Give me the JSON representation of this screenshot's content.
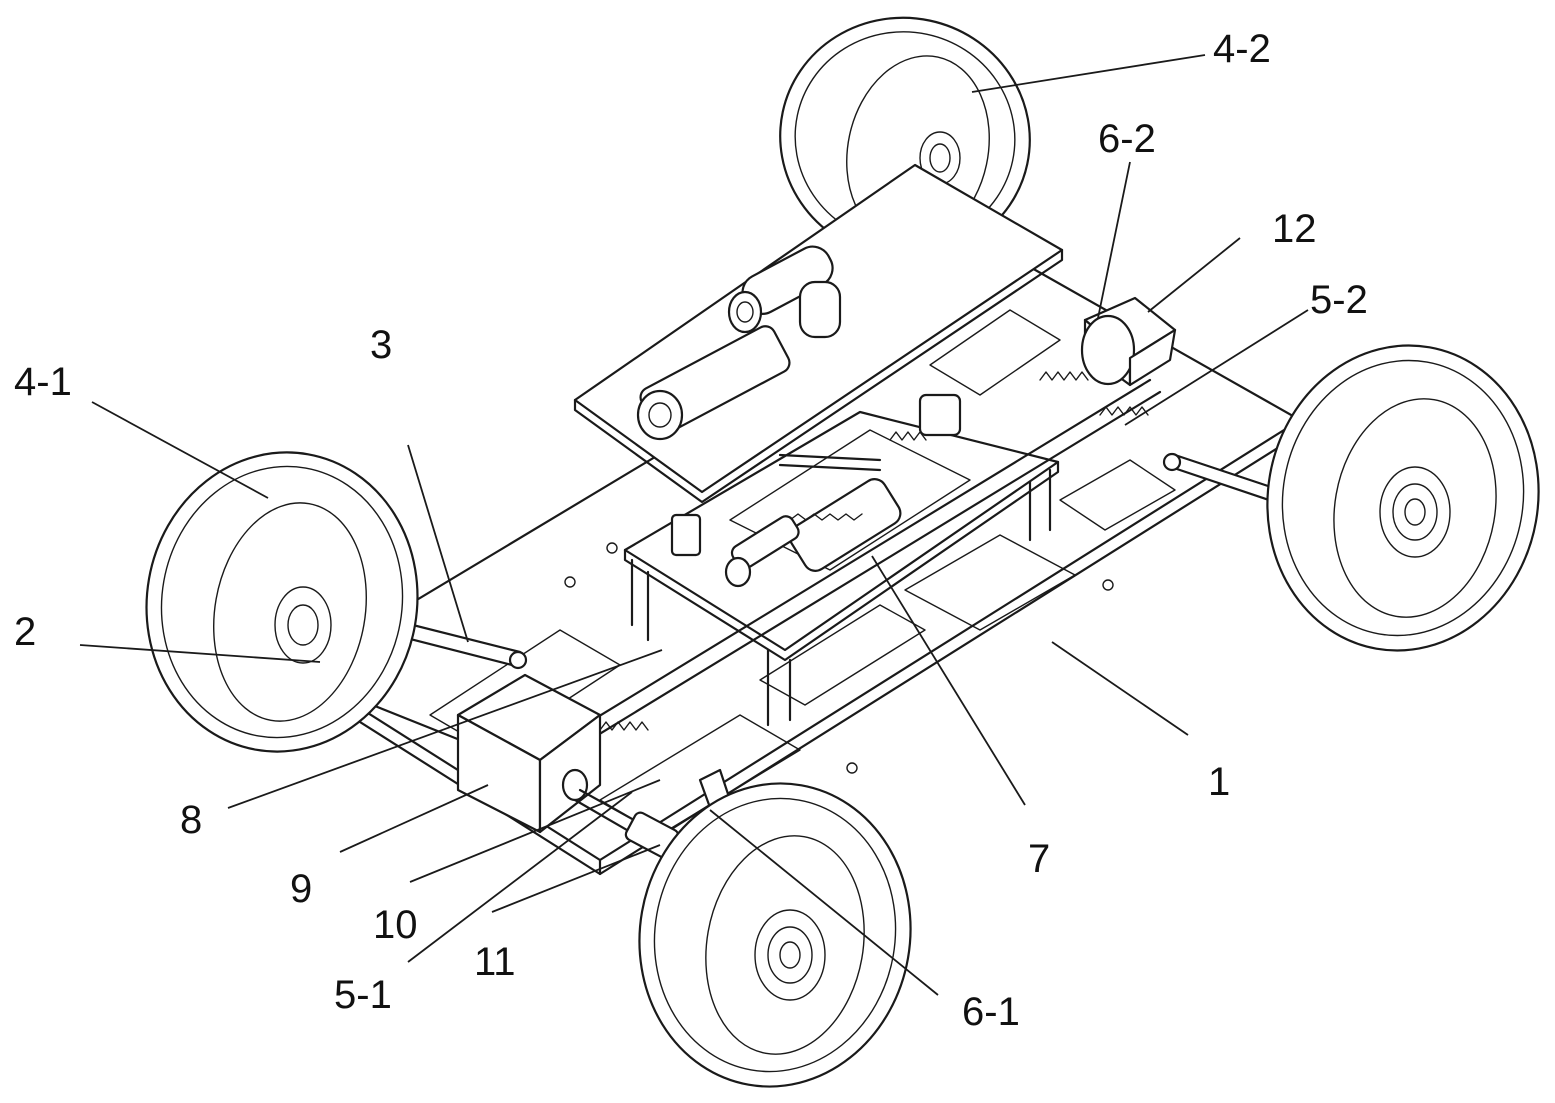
{
  "figure": {
    "callouts": [
      {
        "id": "4-2",
        "label": "4-2"
      },
      {
        "id": "6-2",
        "label": "6-2"
      },
      {
        "id": "12",
        "label": "12"
      },
      {
        "id": "5-2",
        "label": "5-2"
      },
      {
        "id": "3",
        "label": "3"
      },
      {
        "id": "4-1",
        "label": "4-1"
      },
      {
        "id": "2",
        "label": "2"
      },
      {
        "id": "8",
        "label": "8"
      },
      {
        "id": "9",
        "label": "9"
      },
      {
        "id": "10",
        "label": "10"
      },
      {
        "id": "5-1",
        "label": "5-1"
      },
      {
        "id": "11",
        "label": "11"
      },
      {
        "id": "6-1",
        "label": "6-1"
      },
      {
        "id": "7",
        "label": "7"
      },
      {
        "id": "1",
        "label": "1"
      }
    ]
  }
}
